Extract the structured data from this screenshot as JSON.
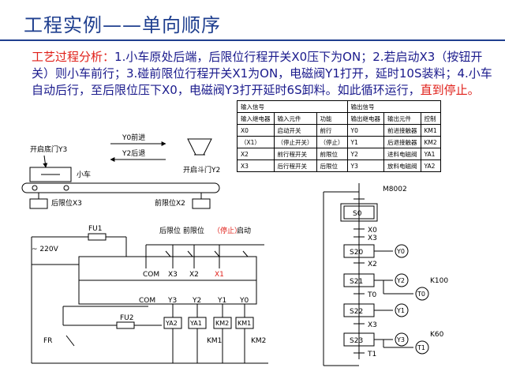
{
  "header": {
    "title": "工程实例——单向顺序"
  },
  "process": {
    "label": "工艺过程分析",
    "colon": "：",
    "body": "1.小车原处后端，后限位行程开关X0压下为ON；2.若启动X3（按钮开关）则小车前行；3.碰前限位行程开关X1为ON，电磁阀Y1打开，延时10S装料；4.小车自动后行，至后限位压下X0，电磁阀Y3打开延时6S卸料。如此循环运行，",
    "highlight": "直到停止。"
  },
  "io_table": {
    "group_headers": [
      "输入信号",
      "输出信号"
    ],
    "columns": [
      "输入继电器",
      "输入元件",
      "功能",
      "输出继电器",
      "输出元件",
      "控制"
    ],
    "rows": [
      [
        "X0",
        "启动开关",
        "前行",
        "Y0",
        "前进接触器",
        "KM1"
      ],
      [
        "（X1）",
        "（停止开关）",
        "（停止）",
        "Y1",
        "后退接触器",
        "KM2"
      ],
      [
        "X2",
        "前行程开关",
        "前限位",
        "Y2",
        "进料电磁阀",
        "YA1"
      ],
      [
        "X3",
        "后行程开关",
        "后限位",
        "Y3",
        "放料电磁阀",
        "YA2"
      ]
    ]
  },
  "cart_diagram": {
    "forward": "Y0前进",
    "backward": "Y2后退",
    "bottom_door": "开启底门Y3",
    "cart": "小车",
    "hopper_door": "开启斗门Y2",
    "rear_limit": "后限位X3",
    "front_limit": "前限位X2"
  },
  "wiring": {
    "fu1": "FU1",
    "fu2": "FU2",
    "voltage": "~ 220V",
    "inputs_title": "后限位  前限位",
    "stop_label": "（停止）",
    "start_label": "启动",
    "com_in": "COM",
    "in_terms": [
      "X3",
      "X2",
      "X1"
    ],
    "com_out": "COM",
    "out_terms": [
      "Y3",
      "Y2",
      "Y1",
      "Y0"
    ],
    "coils": [
      "YA2",
      "YA1",
      "KM2",
      "KM1"
    ],
    "fr": "FR",
    "km1": "KM1",
    "km2": "KM2"
  },
  "sfc": {
    "m8002": "M8002",
    "steps": [
      "S0",
      "S20",
      "S21",
      "S22",
      "S23"
    ],
    "transitions": [
      "X0",
      "X3",
      "X2",
      "T0",
      "X3",
      "T1"
    ],
    "actions": [
      "Y0",
      "Y2",
      "T0",
      "Y1",
      "Y3",
      "T1"
    ],
    "timers": [
      "K100",
      "K60"
    ]
  },
  "colors": {
    "title": "#1f3f8f",
    "text": "#1a1a8c",
    "highlight": "#e0201a",
    "line": "#000000"
  }
}
